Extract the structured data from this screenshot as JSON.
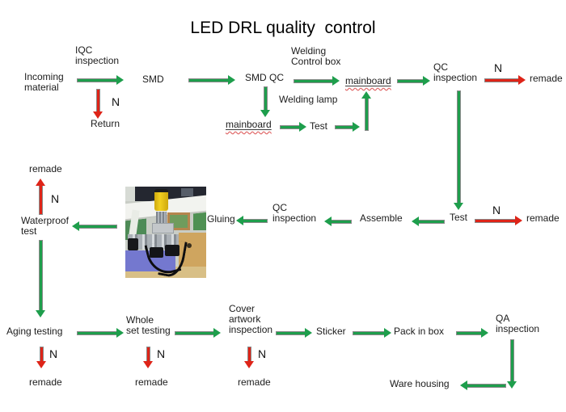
{
  "title": "LED DRL quality  control",
  "labels": {
    "n": "N",
    "remade": "remade"
  },
  "flow": {
    "incoming_material": "Incoming\nmaterial",
    "iqc_inspection": "IQC\ninspection",
    "return_step": "Return",
    "smd": "SMD",
    "smd_qc": "SMD QC",
    "welding_control_box": "Welding\nControl box",
    "mainboard_top": "mainboard",
    "qc_inspection_top": "QC\ninspection",
    "remade_top": "remade",
    "welding_lamp": "Welding lamp",
    "mainboard_lower": "mainboard",
    "test_upper": "Test",
    "remade_waterproof": "remade",
    "waterproof_test": "Waterproof\ntest",
    "gluing": "Gluing",
    "qc_inspection_mid": "QC\ninspection",
    "assemble": "Assemble",
    "test_mid": "Test",
    "remade_test_mid": "remade",
    "aging_testing": "Aging testing",
    "whole_set_testing": "Whole\nset testing",
    "cover_artwork_inspection": "Cover\nartwork\ninspection",
    "sticker": "Sticker",
    "pack_in_box": "Pack in box",
    "qa_inspection": "QA\ninspection",
    "ware_housing": "Ware housing",
    "remade_aging": "remade",
    "remade_whole_set": "remade",
    "remade_cover": "remade"
  },
  "colors": {
    "arrow_green": "#1e9e4c",
    "arrow_red": "#de2418",
    "arrow_outline": "#8a8a8a",
    "text": "#1c1c1c"
  }
}
